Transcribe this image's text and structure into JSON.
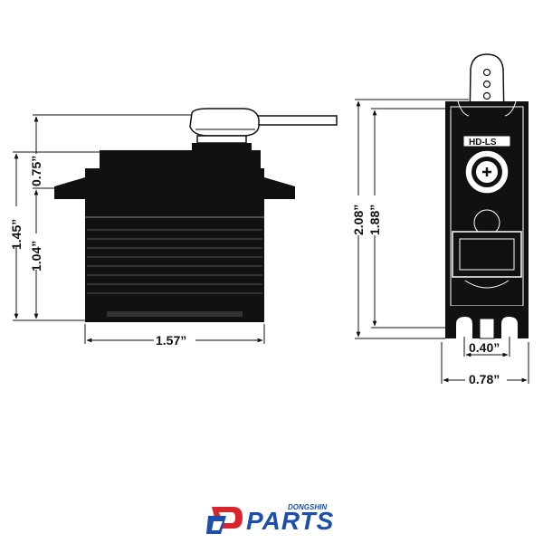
{
  "drawing": {
    "side_view": {
      "width_label": "1.57”",
      "height_total_label": "1.45”",
      "height_body_label": "1.04”",
      "height_top_label": "0.75”"
    },
    "front_view": {
      "height_total_label": "2.08”",
      "height_mount_label": "1.88”",
      "mount_spacing_label": "0.40”",
      "width_label": "0.78”",
      "case_text": "HD-LS"
    }
  },
  "logo": {
    "brand": "PARTS",
    "subtext": "DONGSHIN",
    "primary_color": "#1d4fa8",
    "accent_color": "#d8262e"
  }
}
